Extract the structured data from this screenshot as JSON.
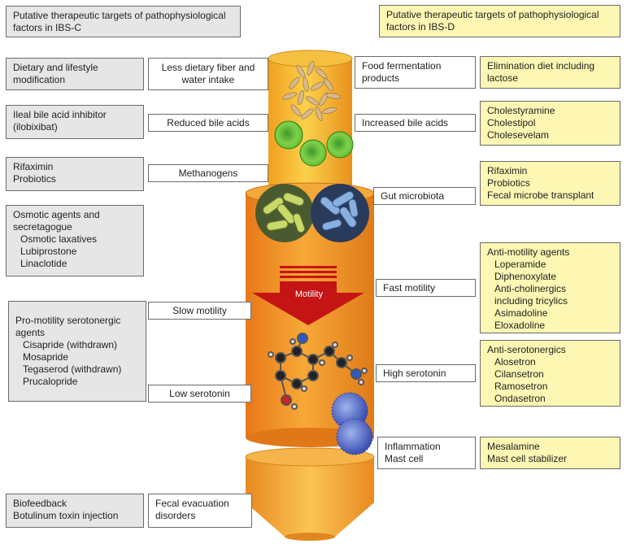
{
  "headers": {
    "ibs_c": "Putative therapeutic targets of pathophysiological factors in IBS-C",
    "ibs_d": "Putative therapeutic targets of pathophysiological factors in IBS-D"
  },
  "ibs_c_therapies": {
    "dietary": [
      "Dietary and lifestyle",
      "modification"
    ],
    "bile": [
      "Ileal bile acid inhibitor",
      "(ilobixibat)"
    ],
    "rifaximin": [
      "Rifaximin",
      "Probiotics"
    ],
    "osmotic": {
      "title": [
        "Osmotic agents and",
        "secretagogue"
      ],
      "items": [
        "Osmotic laxatives",
        "Lubiprostone",
        "Linaclotide"
      ]
    },
    "promotility": {
      "title": [
        "Pro-motility serotonergic",
        "agents"
      ],
      "items": [
        "Cisapride (withdrawn)",
        "Mosapride",
        "Tegaserod (withdrawn)",
        "Prucalopride"
      ]
    },
    "biofeedback": [
      "Biofeedback",
      "Botulinum toxin injection"
    ]
  },
  "ibs_c_factors": {
    "fiber": [
      "Less dietary fiber and",
      "water intake"
    ],
    "reduced_bile": "Reduced bile acids",
    "methanogens": "Methanogens",
    "slow_motility": "Slow motility",
    "low_serotonin": "Low serotonin",
    "fecal": [
      "Fecal evacuation",
      "disorders"
    ]
  },
  "ibs_d_factors": {
    "fermentation": [
      "Food fermentation",
      "products"
    ],
    "increased_bile": "Increased bile acids",
    "microbiota": "Gut microbiota",
    "fast_motility": "Fast motility",
    "high_serotonin": "High serotonin",
    "inflammation": [
      "Inflammation",
      "Mast cell"
    ]
  },
  "ibs_d_therapies": {
    "elimination": [
      "Elimination diet including",
      "lactose"
    ],
    "cholestyramine": [
      "Cholestyramine",
      "Cholestipol",
      "Cholesevelam"
    ],
    "rifaximin": [
      "Rifaximin",
      "Probiotics",
      "Fecal microbe transplant"
    ],
    "antimotility": {
      "title": "Anti-motility agents",
      "items": [
        "Loperamide",
        "Diphenoxylate",
        "Anti-cholinergics",
        "including tricylics",
        "Asimadoline",
        "Eloxadoline"
      ]
    },
    "antiserotonergics": {
      "title": "Anti-serotonergics",
      "items": [
        "Alosetron",
        "Cilansetron",
        "Ramosetron",
        "Ondasetron"
      ]
    },
    "mesalamine": [
      "Mesalamine",
      "Mast cell stabilizer"
    ]
  },
  "arrow_label": "Motility",
  "colors": {
    "gray_box": "#e6e6e6",
    "yellow_box": "#fdf7b3",
    "tube": "#f09a28",
    "arrow": "#c41414"
  }
}
